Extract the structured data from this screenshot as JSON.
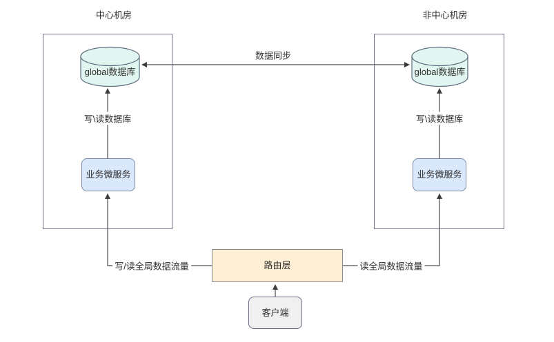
{
  "diagram": {
    "zones": {
      "left": {
        "title": "中心机房",
        "db_label": "global数据库",
        "service_label": "业务微服务",
        "db_edge_label": "写\\读数据库"
      },
      "right": {
        "title": "非中心机房",
        "db_label": "global数据库",
        "service_label": "业务微服务",
        "db_edge_label": "写\\读数据库"
      }
    },
    "edges": {
      "sync_label": "数据同步",
      "left_traffic_label": "写/读全局数据流量",
      "right_traffic_label": "读全局数据流量"
    },
    "router": {
      "label": "路由层"
    },
    "client": {
      "label": "客户端"
    },
    "colors": {
      "db_fill": "#e2f6f1",
      "db_stroke": "#5d6a7d",
      "service_fill": "#dae8fc",
      "service_stroke": "#7a88a3",
      "router_fill": "#ffefd5",
      "router_stroke": "#8b8d96",
      "client_fill": "#f0f0f1",
      "client_stroke": "#646b80",
      "container_stroke": "#6d7587",
      "wire": "#4d4d4d"
    }
  }
}
